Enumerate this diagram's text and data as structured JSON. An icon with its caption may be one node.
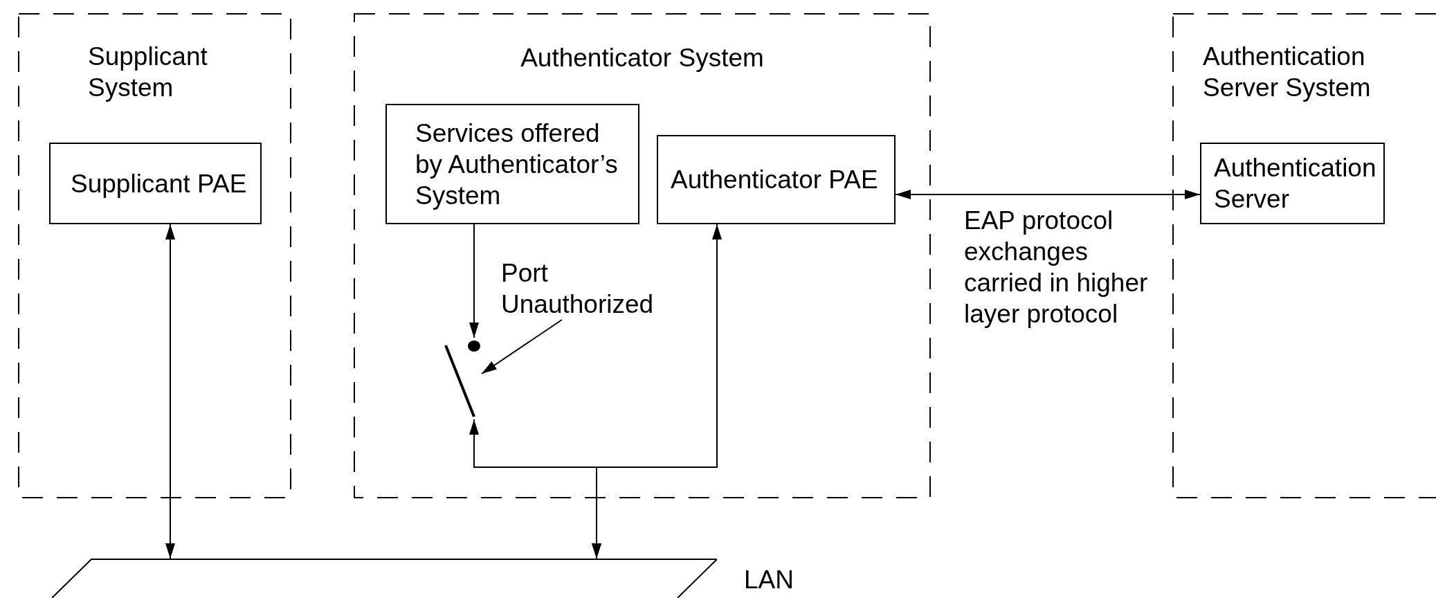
{
  "diagram": {
    "nodes": [
      {
        "text": [
          "Supplicant System"
        ]
      },
      {
        "text": [
          "Supplicant PAE"
        ],
        "in": 0
      },
      {
        "text": [
          "Authenticator System"
        ]
      },
      {
        "text": [
          "Services offered by Authenticator’s System"
        ],
        "in": 2
      },
      {
        "text": [
          "Authenticator PAE"
        ],
        "in": 2
      },
      {
        "text": [
          "Port Unauthorized"
        ],
        "in": 2
      },
      {
        "text": [],
        "shape": "switch",
        "in": 2
      },
      {
        "text": [
          "Authentication Server System"
        ]
      },
      {
        "text": [
          "Authentication Server"
        ],
        "in": 7
      },
      {
        "text": [],
        "shape": "parallelogram",
        "beside": [
          "LAN"
        ]
      }
    ],
    "edges": [
      {
        "from": 1,
        "to": 9,
        "arrow": "both"
      },
      {
        "from": 3,
        "to": 6,
        "arrow": "to"
      },
      {
        "from": 5,
        "to": 6,
        "arrow": "to"
      },
      {
        "from": 4,
        "to": 8,
        "arrow": "both",
        "label": "EAP protocol exchanges carried in higher layer protocol"
      },
      {
        "from": 9,
        "to": 6,
        "arrow": "both"
      },
      {
        "from": 9,
        "to": 4,
        "arrow": "both"
      }
    ]
  }
}
